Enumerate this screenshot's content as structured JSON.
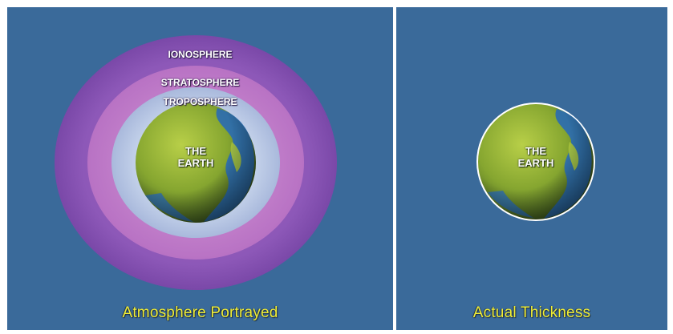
{
  "left_panel": {
    "caption": "Atmosphere Portrayed",
    "layers": {
      "ionosphere": "IONOSPHERE",
      "stratosphere": "STRATOSPHERE",
      "troposphere": "TROPOSPHERE"
    },
    "earth_line1": "THE",
    "earth_line2": "EARTH"
  },
  "right_panel": {
    "caption": "Actual Thickness",
    "earth_line1": "THE",
    "earth_line2": "EARTH"
  },
  "colors": {
    "background": "#3a6a9a",
    "caption": "#f0ee36",
    "ionosphere": "#8a55b5",
    "stratosphere": "#c07cc8",
    "troposphere": "#b7c6e2",
    "land": "#8fb030",
    "ocean": "#2a6ab0"
  }
}
